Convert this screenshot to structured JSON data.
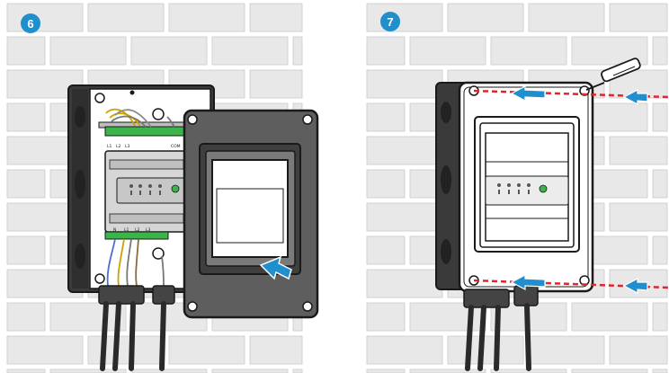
{
  "steps": [
    {
      "number": "6"
    },
    {
      "number": "7"
    }
  ],
  "terminal_labels": {
    "top_left": [
      "L1",
      "L2",
      "L3"
    ],
    "top_right": "COM",
    "bottom": [
      "N",
      "L1",
      "L2",
      "L3"
    ]
  },
  "colors": {
    "wall_brick": "#e8e8e8",
    "wall_mortar": "#ffffff",
    "brick_outline": "#c9c9c9",
    "step_badge": "#1f8fce",
    "arrow_blue": "#1f8fce",
    "guide_line_red": "#e0262c",
    "enclosure_dark": "#2b2b2b",
    "cover_grey": "#5e5e5e",
    "module_grey": "#d6d6d6",
    "status_led_green": "#3bb54a",
    "cable_black": "#2a2a2a"
  },
  "icons": [
    "screwdriver-icon",
    "push-arrow-icon",
    "insert-arrow-icon"
  ]
}
